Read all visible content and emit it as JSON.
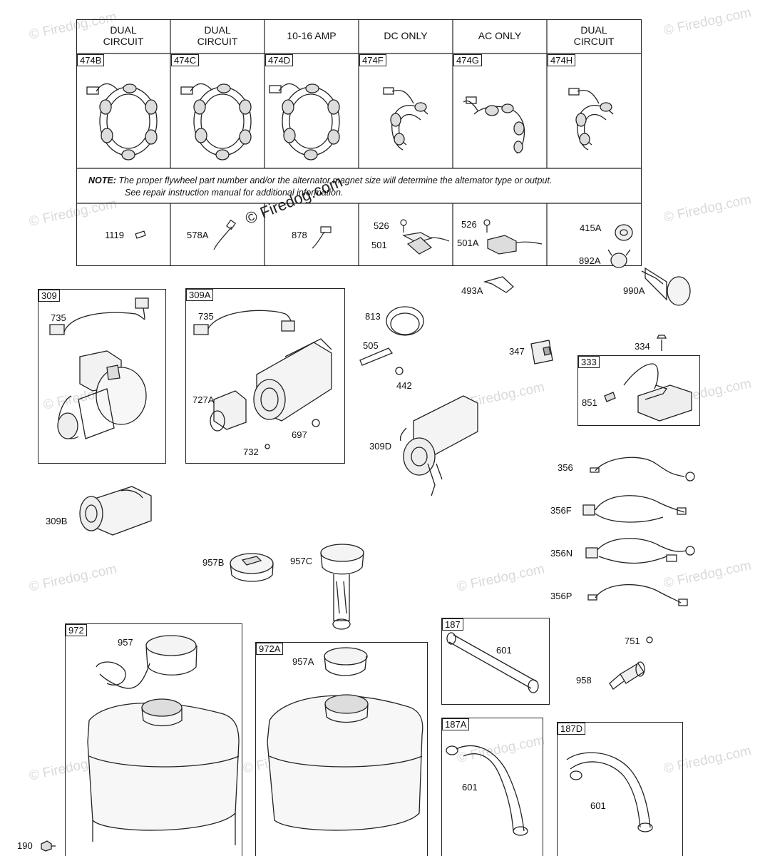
{
  "table": {
    "headers": [
      "DUAL\nCIRCUIT",
      "DUAL\nCIRCUIT",
      "10-16 AMP",
      "DC ONLY",
      "AC ONLY",
      "DUAL\nCIRCUIT"
    ],
    "parts": [
      "474B",
      "474C",
      "474D",
      "474F",
      "474G",
      "474H"
    ],
    "note_prefix": "NOTE:",
    "note_line1": " The proper flywheel part number and/or the alternator magnet size will determine the alternator type or output.",
    "note_line2": "See repair instruction manual for additional information.",
    "bottom_row": {
      "c1": "1119",
      "c2": "578A",
      "c3": "878",
      "c4a": "526",
      "c4b": "501",
      "c5a": "526",
      "c5b": "501A"
    }
  },
  "boxes": {
    "b309": "309",
    "b309a": "309A",
    "b333": "333",
    "b972": "972",
    "b972a": "972A",
    "b187": "187",
    "b187a": "187A",
    "b187d": "187D"
  },
  "labels": {
    "l415a": "415A",
    "l892a": "892A",
    "l990a": "990A",
    "l493a": "493A",
    "l735a": "735",
    "l735b": "735",
    "l727a": "727A",
    "l697": "697",
    "l732": "732",
    "l813": "813",
    "l505": "505",
    "l442": "442",
    "l309d": "309D",
    "l347": "347",
    "l334": "334",
    "l851": "851",
    "l309b": "309B",
    "l356": "356",
    "l356f": "356F",
    "l356n": "356N",
    "l356p": "356P",
    "l957b": "957B",
    "l957c": "957C",
    "l957": "957",
    "l957a": "957A",
    "l601a": "601",
    "l601b": "601",
    "l601c": "601",
    "l751": "751",
    "l958": "958",
    "l190": "190"
  },
  "watermarks": {
    "brand": "© Firedog.com",
    "brand_dark": "© Firedog.com"
  }
}
